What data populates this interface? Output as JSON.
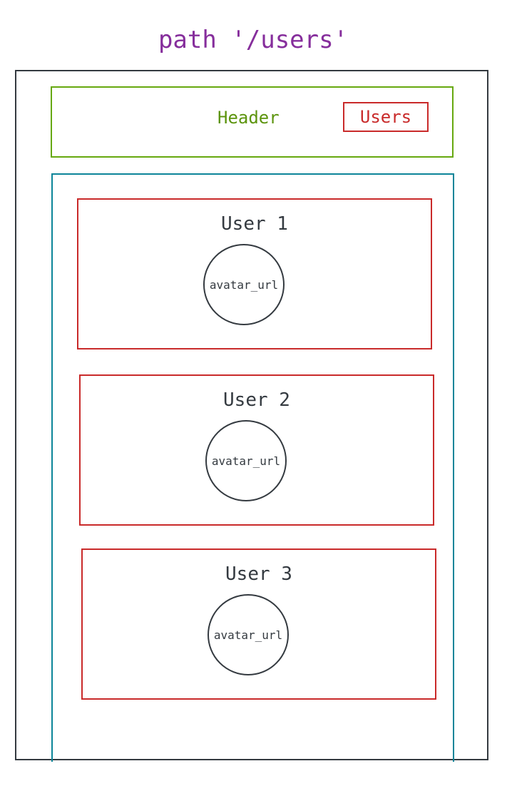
{
  "title": "path '/users'",
  "header": {
    "label": "Header",
    "nav_link": "Users"
  },
  "users": [
    {
      "name": "User 1",
      "avatar": "avatar_url"
    },
    {
      "name": "User 2",
      "avatar": "avatar_url"
    },
    {
      "name": "User 3",
      "avatar": "avatar_url"
    }
  ],
  "colors": {
    "title": "#862e9c",
    "header": "#66a80f",
    "link": "#c92a2a",
    "content": "#0c8599",
    "frame": "#343a40"
  }
}
